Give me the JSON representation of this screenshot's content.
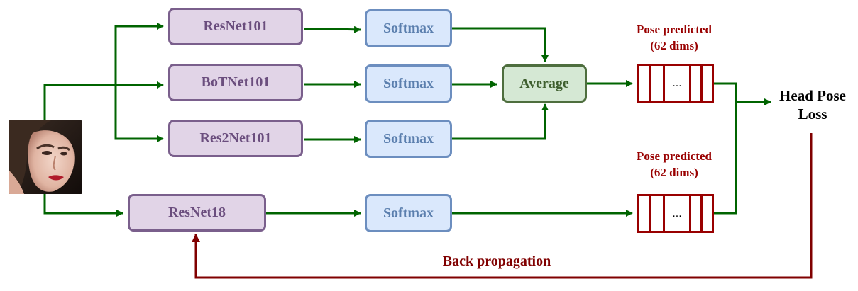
{
  "nodes": {
    "resnet101": "ResNet101",
    "botnet101": "BoTNet101",
    "res2net101": "Res2Net101",
    "resnet18": "ResNet18",
    "softmax_1": "Softmax",
    "softmax_2": "Softmax",
    "softmax_3": "Softmax",
    "softmax_4": "Softmax",
    "average": "Average"
  },
  "outputs": {
    "top_label_line1": "Pose predicted",
    "top_label_line2": "(62 dims)",
    "top_vector_ellipsis": "...",
    "bottom_label_line1": "Pose predicted",
    "bottom_label_line2": "(62 dims)",
    "bottom_vector_ellipsis": "..."
  },
  "loss": {
    "line1": "Head Pose",
    "line2": "Loss"
  },
  "backprop_label": "Back propagation",
  "colors": {
    "forward_arrow": "#006400",
    "backprop_arrow": "#800000",
    "network_fill": "#e1d4e7",
    "softmax_fill": "#dae8fc",
    "average_fill": "#d5e8d4",
    "vector_border": "#990000"
  }
}
